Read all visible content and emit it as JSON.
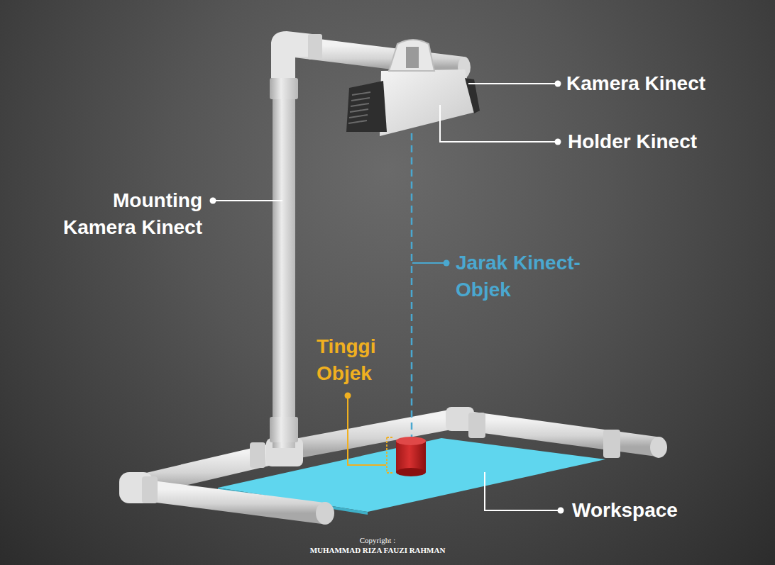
{
  "diagram": {
    "labels": [
      "Kamera Kinect",
      "Holder Kinect",
      "Mounting Kamera Kinect",
      "Jarak Kinect-Objek",
      "Tinggi Objek",
      "Workspace",
      "Copyright :",
      "MUHAMMAD RIZA FAUZI RAHMAN"
    ]
  }
}
